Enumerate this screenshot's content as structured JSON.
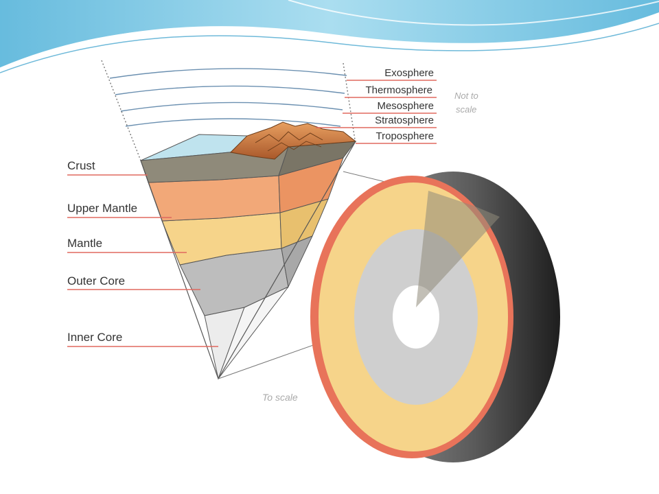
{
  "atmosphere_labels": [
    "Exosphere",
    "Thermosphere",
    "Mesosphere",
    "Stratosphere",
    "Troposphere"
  ],
  "earth_labels": [
    "Crust",
    "Upper Mantle",
    "Mantle",
    "Outer Core",
    "Inner Core"
  ],
  "note_not_to_scale": [
    "Not to",
    "scale"
  ],
  "note_to_scale": "To scale",
  "colors": {
    "header_wave": "#7ec9e6",
    "label_line": "#e0685e",
    "label_text": "#333333",
    "crust": "#8f8a7a",
    "upper_mantle": "#f2a878",
    "mantle": "#f6d48a",
    "outer_core": "#bdbdbd",
    "inner_core": "#ececec",
    "ocean": "#bfe3ee",
    "mountain": "#c8773a",
    "sphere_rim": "#e8735a",
    "sphere_shell": "#4a4a4a"
  }
}
